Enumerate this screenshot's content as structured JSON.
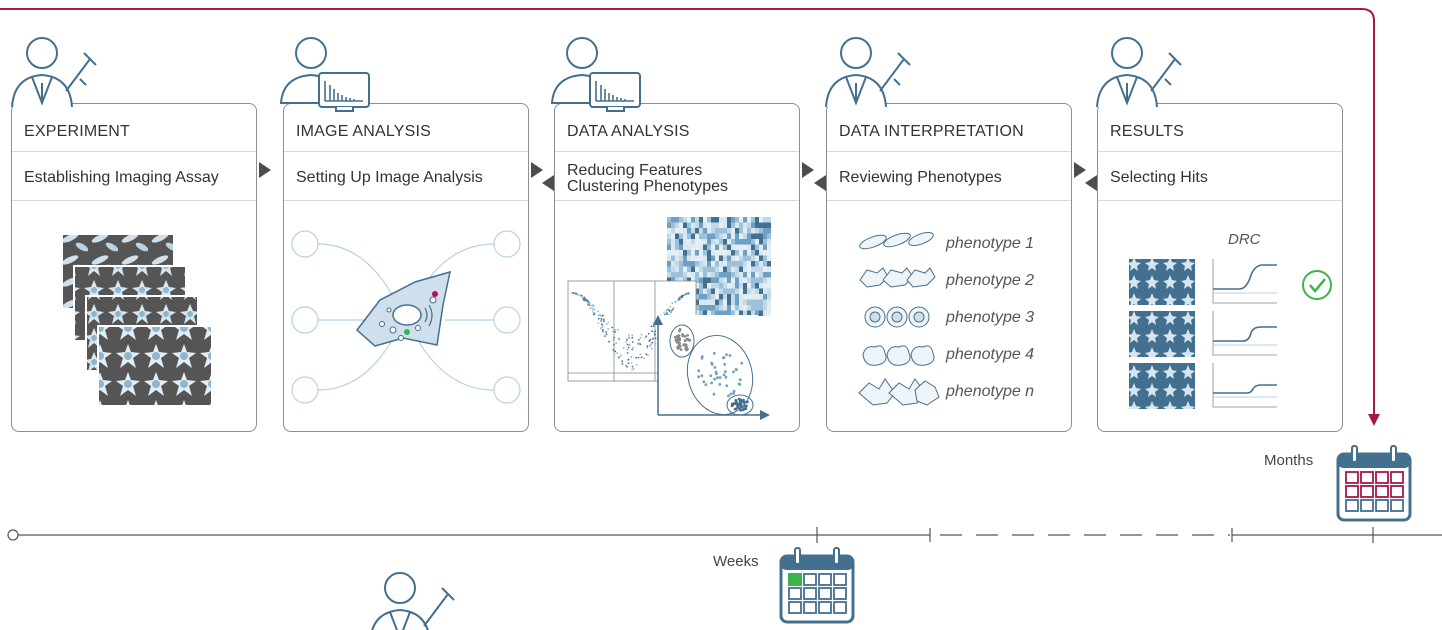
{
  "colors": {
    "accent": "#a8164d",
    "stroke": "#44708f",
    "light": "#8fb6cf",
    "green": "#3bb54a"
  },
  "top_text": "",
  "stages": [
    {
      "title": "EXPERIMENT",
      "subtitle": "Establishing Imaging Assay",
      "icon": "scientist-pipette-icon"
    },
    {
      "title": "IMAGE ANALYSIS",
      "subtitle": "Setting Up Image Analysis",
      "icon": "analyst-monitor-icon"
    },
    {
      "title": "DATA ANALYSIS",
      "subtitle_lines": [
        "Reducing Features",
        "Clustering Phenotypes"
      ],
      "icon": "analyst-monitor-icon"
    },
    {
      "title": "DATA INTERPRETATION",
      "subtitle": "Reviewing Phenotypes",
      "icon": "scientist-pipette-icon"
    },
    {
      "title": "RESULTS",
      "subtitle": "Selecting Hits",
      "icon": "scientist-pipette-icon"
    }
  ],
  "phenotypes": [
    "phenotype 1",
    "phenotype 2",
    "phenotype 3",
    "phenotype 4",
    "phenotype n"
  ],
  "results": {
    "drc_label": "DRC"
  },
  "timeline": {
    "months_label": "Months",
    "weeks_label": "Weeks"
  }
}
